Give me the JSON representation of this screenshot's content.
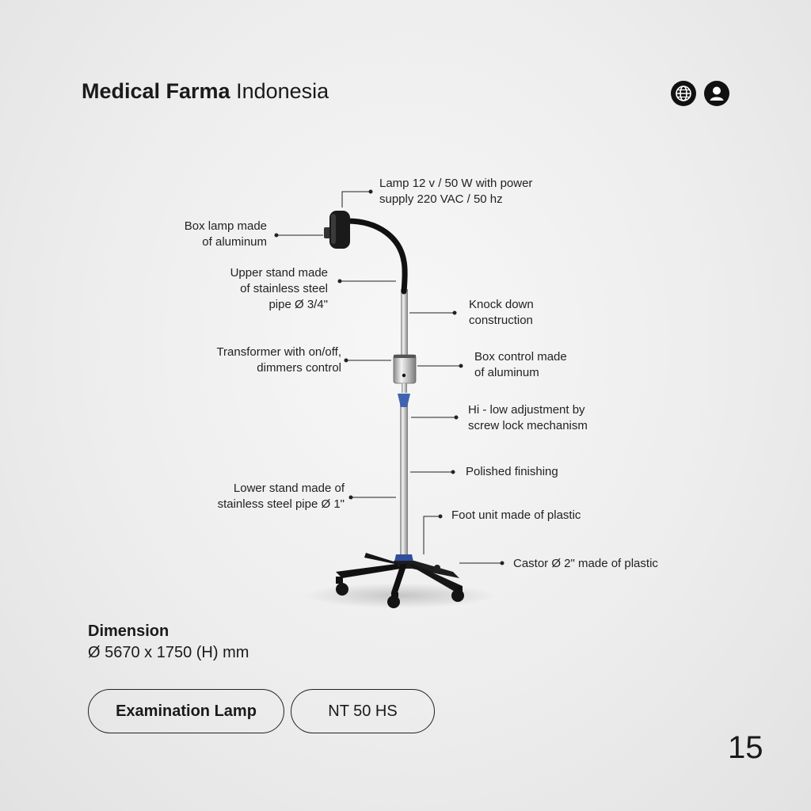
{
  "header": {
    "brand_bold": "Medical Farma",
    "brand_regular": "Indonesia",
    "icons": [
      "globe-icon",
      "user-icon"
    ]
  },
  "callouts": {
    "lamp": "Lamp 12 v / 50 W with power\nsupply 220 VAC / 50 hz",
    "box_lamp": "Box lamp made\nof aluminum",
    "upper_stand": "Upper stand made\nof stainless steel\npipe Ø 3/4\"",
    "knock_down": "Knock down\nconstruction",
    "transformer": "Transformer with on/off,\ndimmers control",
    "box_control": "Box control made\nof aluminum",
    "hi_low": "Hi - low adjustment by\nscrew lock mechanism",
    "polished": "Polished finishing",
    "lower_stand": "Lower stand made of\nstainless steel pipe Ø 1\"",
    "foot_unit": "Foot unit made of plastic",
    "castor": "Castor Ø  2\" made of plastic"
  },
  "dimension": {
    "title": "Dimension",
    "value": "Ø 5670 x 1750 (H) mm"
  },
  "tags": {
    "product_type": "Examination Lamp",
    "model": "NT 50 HS"
  },
  "page_number": "15",
  "colors": {
    "text": "#1a1a1a",
    "knob": "#3f63b0",
    "base": "#1c1c1c"
  }
}
